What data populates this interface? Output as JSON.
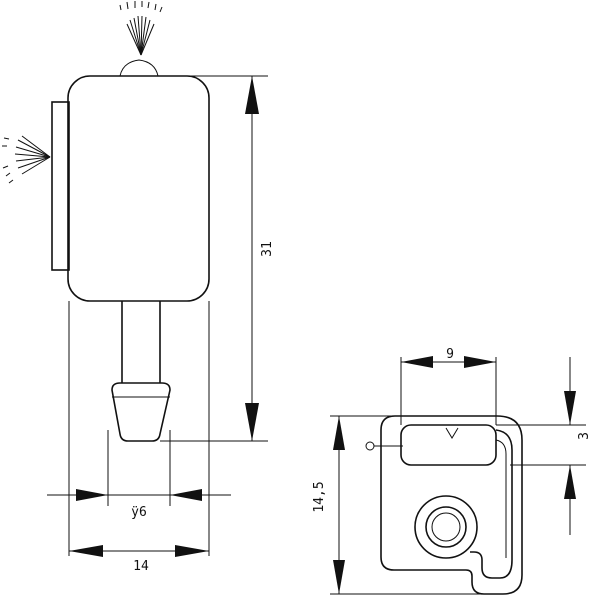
{
  "colors": {
    "line": "#111111",
    "background": "#ffffff"
  },
  "dimensions": {
    "height_main": "31",
    "width_main": "14",
    "shaft_diameter": "ÿ6",
    "bracket_height": "14,5",
    "slot_width": "9",
    "slot_height": "3"
  }
}
